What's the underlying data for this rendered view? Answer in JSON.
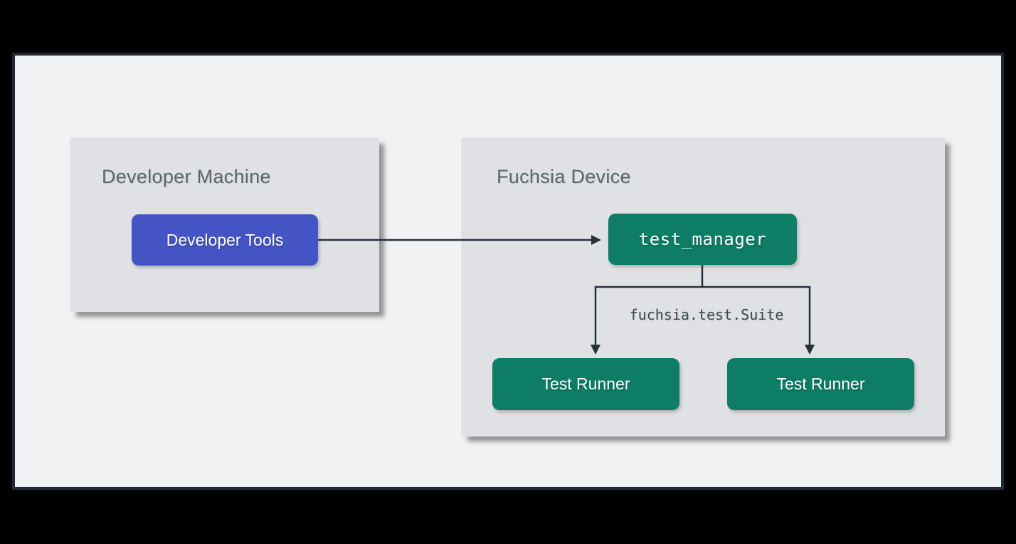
{
  "page": {
    "background": "#000000"
  },
  "frame": {
    "background": "#f1f2f4",
    "border_color": "#1f2935"
  },
  "panels": {
    "developer_machine": {
      "title": "Developer Machine"
    },
    "fuchsia_device": {
      "title": "Fuchsia Device"
    }
  },
  "nodes": {
    "developer_tools": {
      "label": "Developer Tools",
      "color": "#4454c4"
    },
    "test_manager": {
      "label": "test_manager",
      "color": "#0d7d66"
    },
    "test_runner_left": {
      "label": "Test Runner",
      "color": "#0d7d66"
    },
    "test_runner_right": {
      "label": "Test Runner",
      "color": "#0d7d66"
    }
  },
  "labels": {
    "protocol": "fuchsia.test.Suite"
  },
  "colors": {
    "panel_bg": "#dfe1e5",
    "panel_title_text": "#5c666b",
    "node_text": "#ffffff",
    "connector": "#263238"
  }
}
